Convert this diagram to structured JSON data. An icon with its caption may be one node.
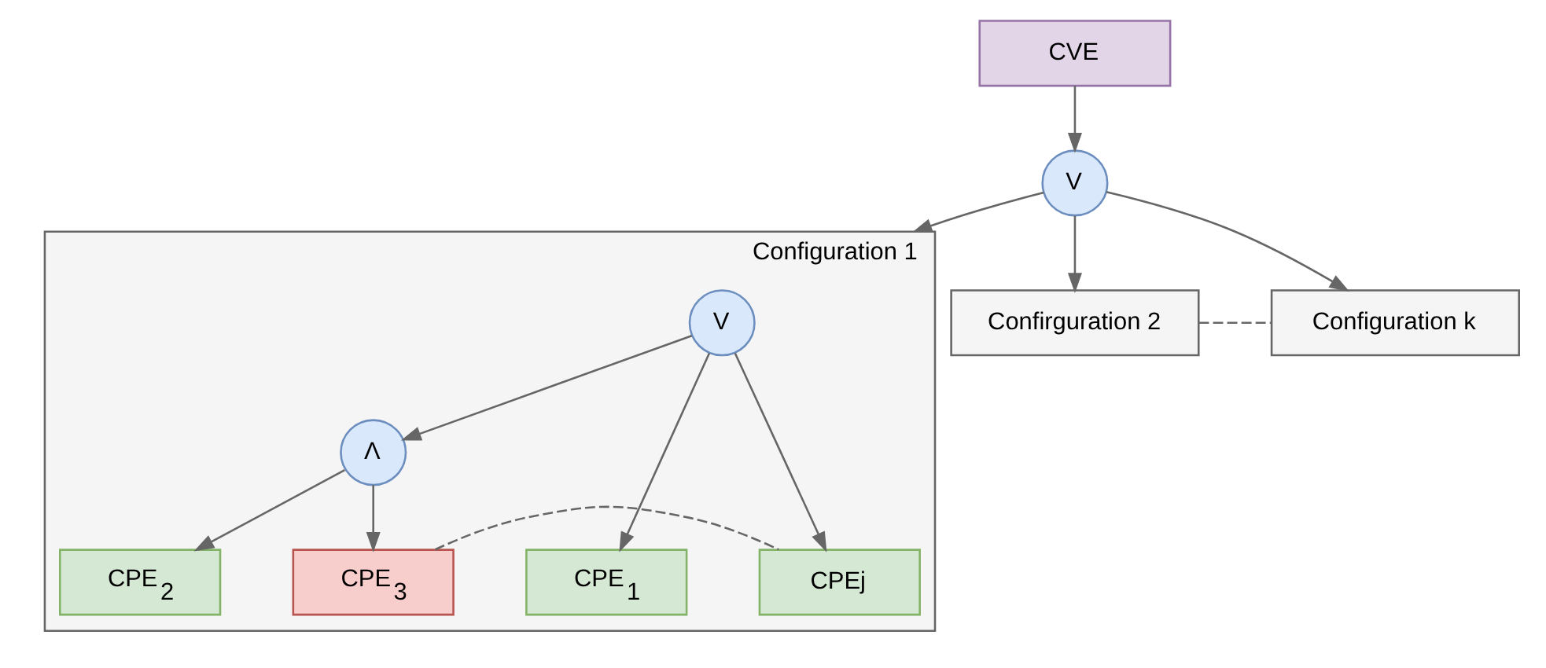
{
  "diagram": {
    "nodes": [
      {
        "text": [
          "CVE"
        ]
      },
      {
        "text": [
          "V"
        ]
      },
      {
        "text": [
          "Configuration 1"
        ]
      },
      {
        "text": [
          "V"
        ],
        "in": 2
      },
      {
        "text": [
          "Λ"
        ],
        "in": 2
      },
      {
        "text": [
          "CPE$_{1}$"
        ],
        "in": 2
      },
      {
        "text": [
          "CPE$_{2}$"
        ],
        "in": 2
      },
      {
        "text": [
          "CPE$_{3}$"
        ],
        "in": 2
      },
      {
        "text": [
          "CPEj"
        ],
        "in": 2
      },
      {
        "text": [
          "Confirguration 2"
        ]
      },
      {
        "text": [
          "Configuration k"
        ]
      }
    ],
    "edges": [
      {
        "from": 0,
        "to": 1,
        "arrow": "to"
      },
      {
        "from": 1,
        "to": 2,
        "arrow": "to"
      },
      {
        "from": 1,
        "to": 9,
        "arrow": "to"
      },
      {
        "from": 1,
        "to": 10,
        "arrow": "to"
      },
      {
        "from": 3,
        "to": 4,
        "arrow": "to"
      },
      {
        "from": 3,
        "to": 5,
        "arrow": "to"
      },
      {
        "from": 3,
        "to": 8,
        "arrow": "to"
      },
      {
        "from": 4,
        "to": 6,
        "arrow": "to"
      },
      {
        "from": 4,
        "to": 7,
        "arrow": "to"
      },
      {
        "from": 7,
        "to": 8,
        "arrow": "none",
        "style": "dashed"
      },
      {
        "from": 9,
        "to": 10,
        "arrow": "none",
        "style": "dashed"
      }
    ]
  }
}
